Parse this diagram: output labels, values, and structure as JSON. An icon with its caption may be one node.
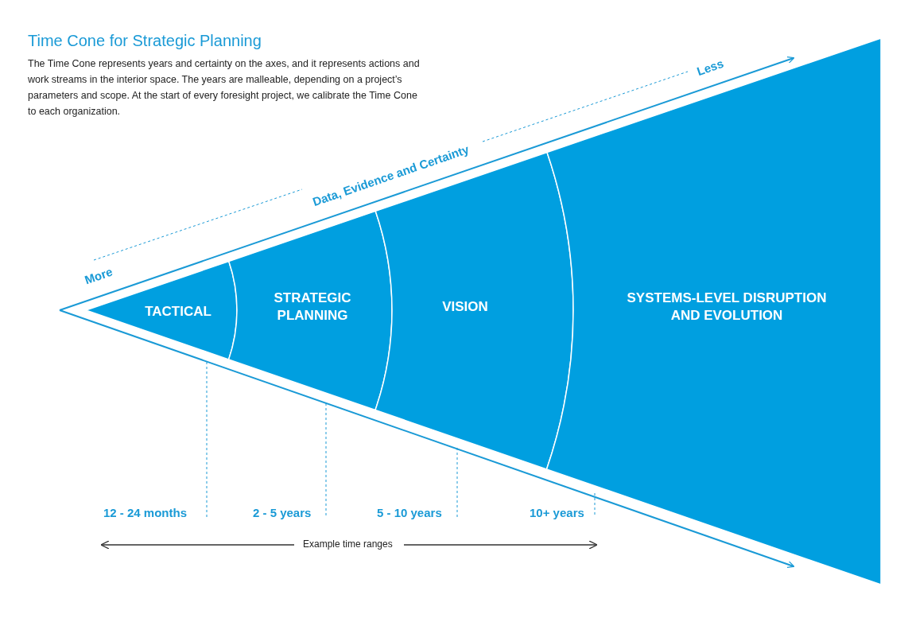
{
  "diagram": {
    "title": "Time Cone for Strategic Planning",
    "nodes": [
      {
        "text": [
          "TACTICAL"
        ]
      },
      {
        "text": [
          "STRATEGIC PLANNING"
        ]
      },
      {
        "text": [
          "VISION"
        ]
      },
      {
        "text": [
          "SYSTEMS-LEVEL DISRUPTION AND EVOLUTION"
        ]
      }
    ],
    "labels": [
      "The Time Cone represents years and certainty on the axes, and it represents actions and work streams in the interior space. The years are malleable, depending on a project’s parameters and scope. At the start of every foresight project, we calibrate the Time Cone to each organization.",
      "Less",
      "Data, Evidence and Certainty",
      "More",
      "12 - 24 months",
      "2 - 5 years",
      "5 - 10 years",
      "10+ years",
      "Example time ranges"
    ]
  }
}
